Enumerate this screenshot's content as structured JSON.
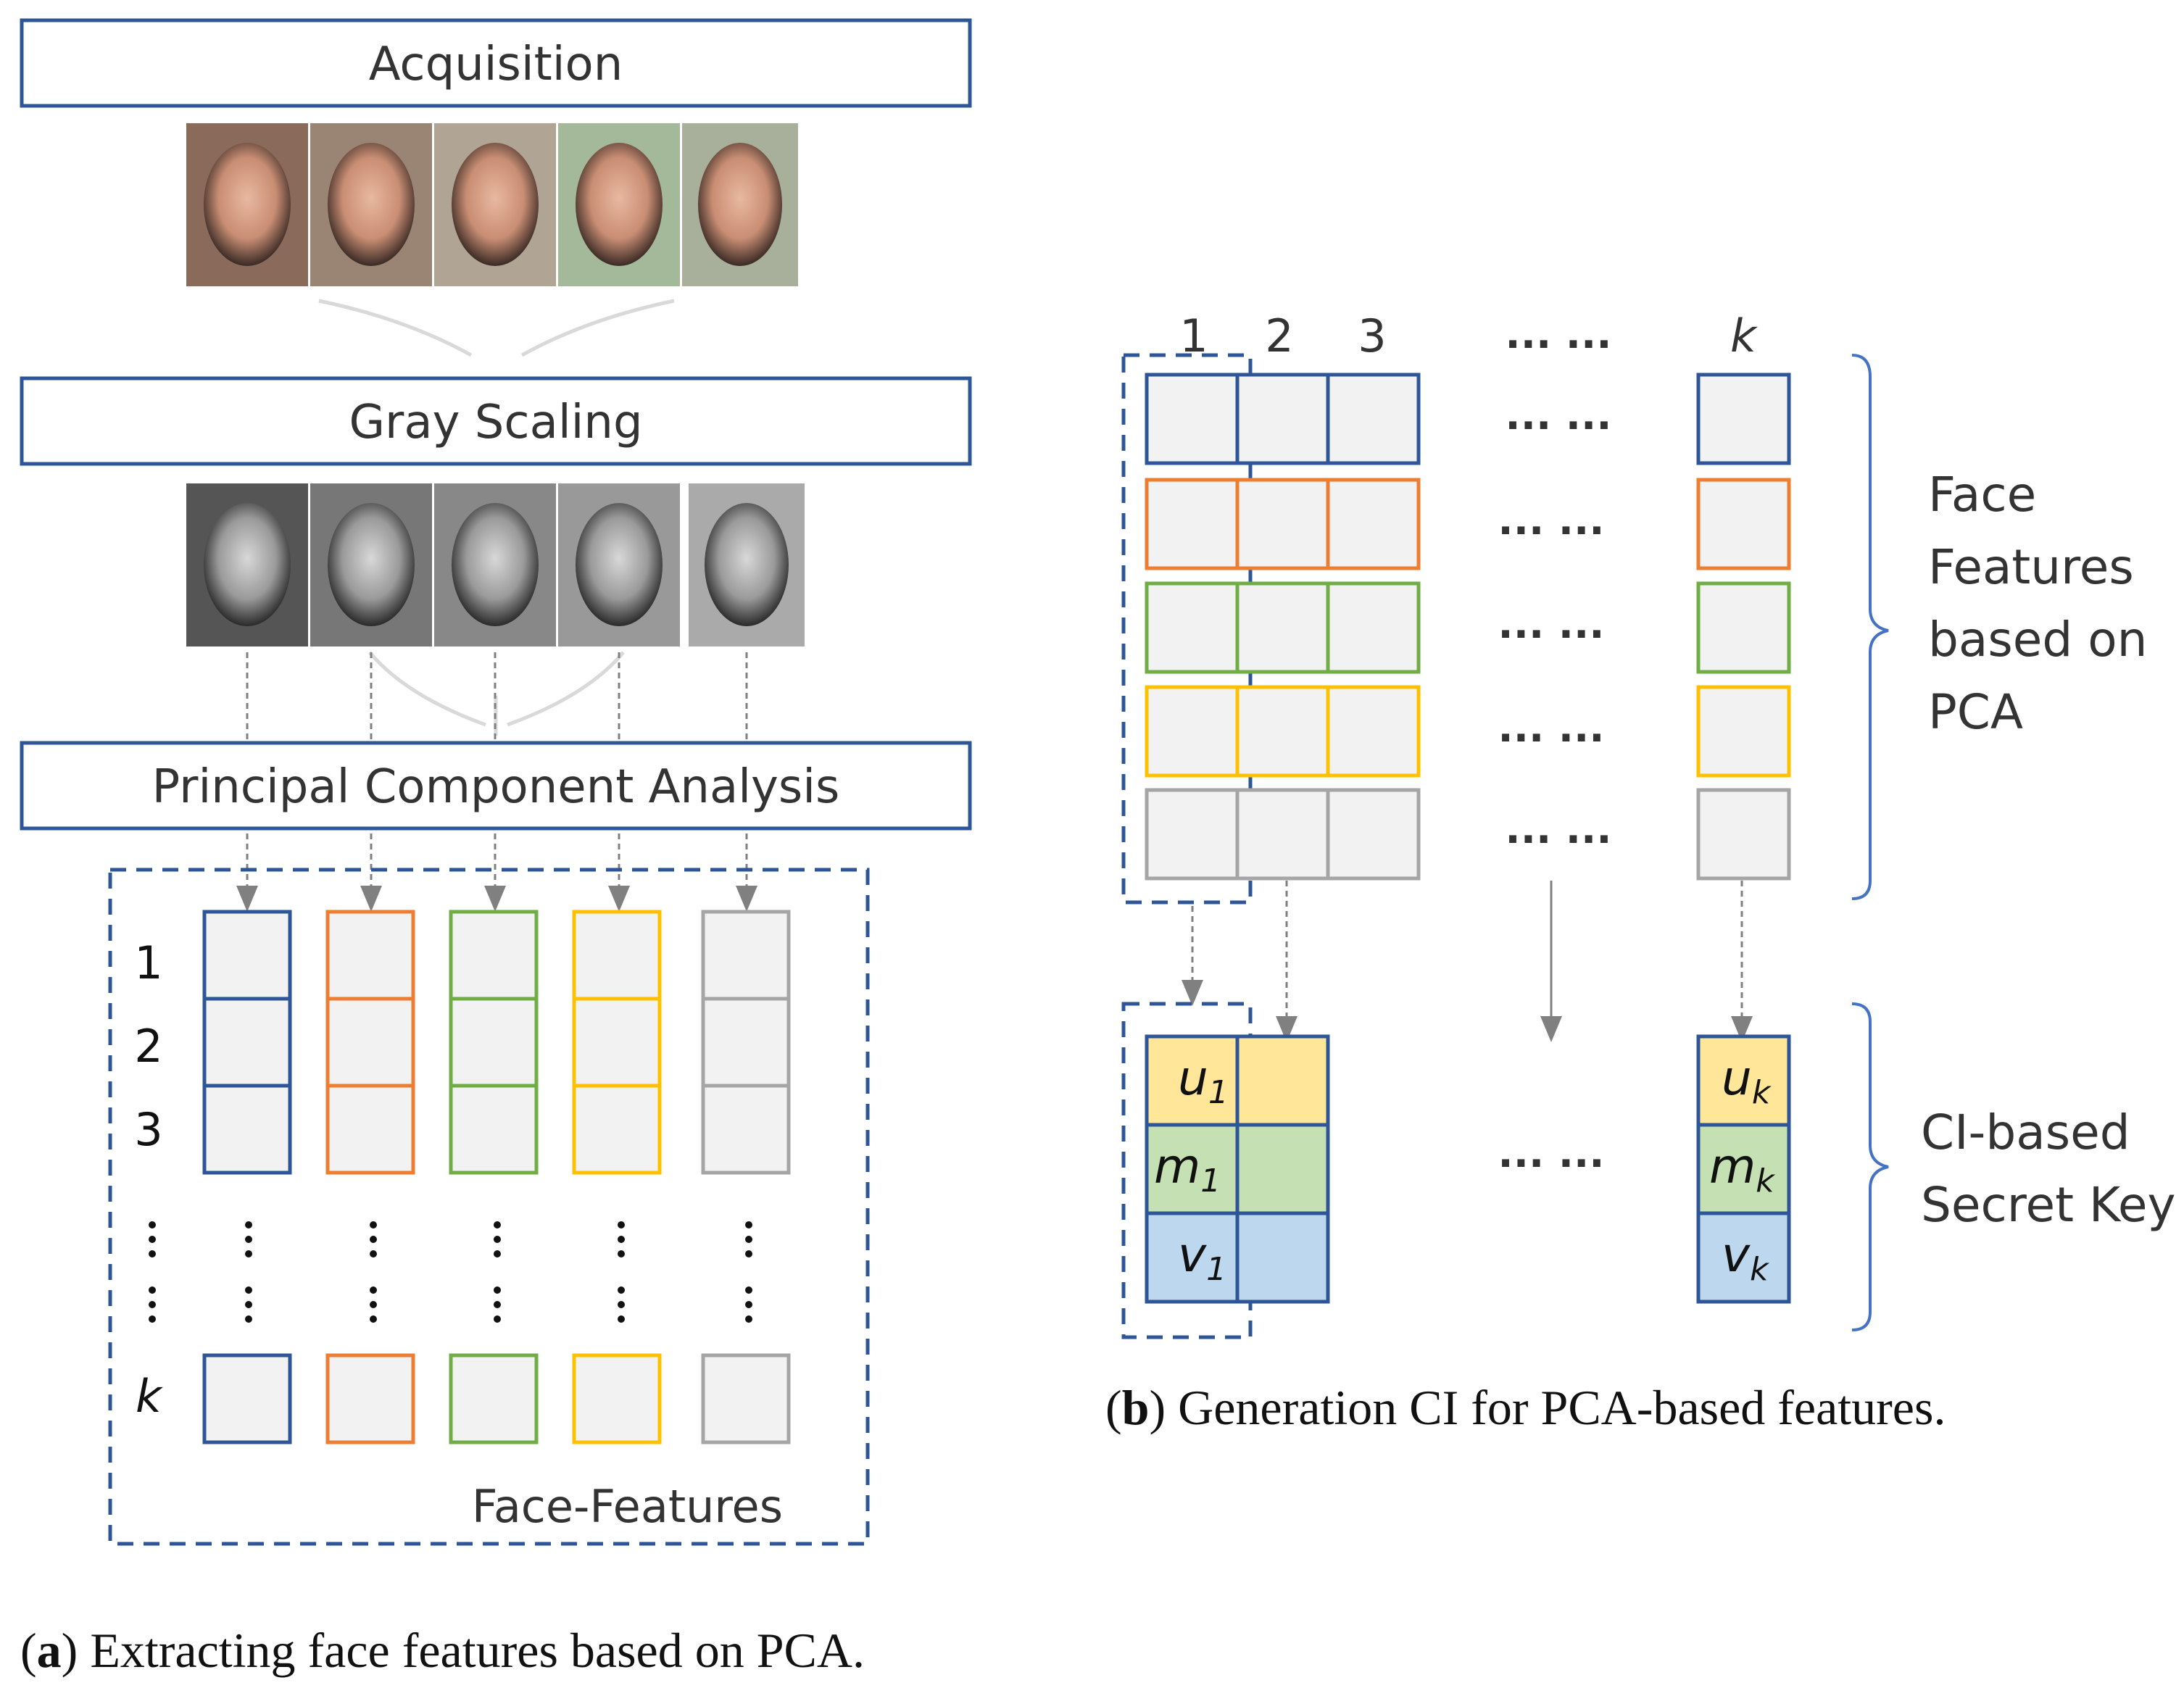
{
  "panel_a": {
    "steps": {
      "acquisition": "Acquisition",
      "gray_scaling": "Gray Scaling",
      "pca": "Principal Component Analysis"
    },
    "row_labels": [
      "1",
      "2",
      "3",
      "k"
    ],
    "features_label": "Face-Features",
    "caption_letter": "a",
    "caption_text": " Extracting face features based on PCA."
  },
  "panel_b": {
    "column_labels": [
      "1",
      "2",
      "3",
      "k"
    ],
    "ellipsis": "... ...",
    "features_brace_label": [
      "Face",
      "Features",
      "based on",
      "PCA"
    ],
    "key_brace_label": [
      "CI-based",
      "Secret Key"
    ],
    "key_rows_first": {
      "u": "u",
      "m": "m",
      "v": "v",
      "sub": "1"
    },
    "key_rows_last": {
      "u": "u",
      "m": "m",
      "v": "v",
      "sub": "k"
    },
    "caption_letter": "b",
    "caption_text": " Generation CI for PCA-based features."
  },
  "colors": {
    "blue": "#2e5597",
    "orange": "#ed7d31",
    "green": "#70ad47",
    "yellow": "#ffc000",
    "gray": "#a5a5a5",
    "cell_fill": "#f2f2f2",
    "key_u": "#ffe699",
    "key_m": "#c5e0b3",
    "key_v": "#bdd7ee",
    "bracket": "#4472c4",
    "arrow": "#808080"
  }
}
